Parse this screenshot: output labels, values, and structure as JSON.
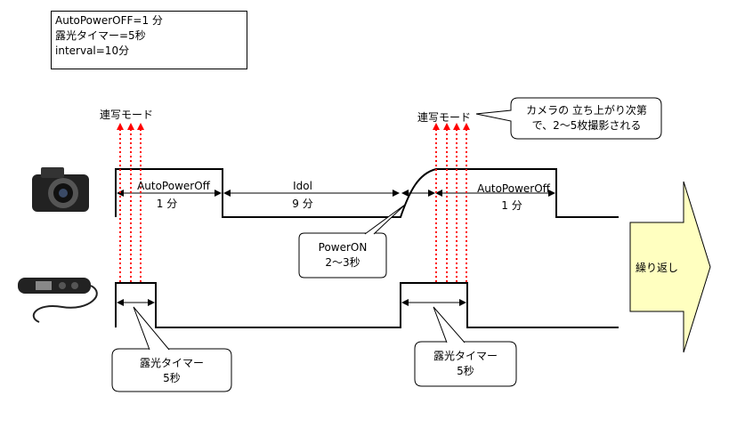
{
  "settings": {
    "line1": "AutoPowerOFF=1 分",
    "line2": "露光タイマー=5秒",
    "line3": "interval=10分"
  },
  "labels": {
    "burst_mode_left": "連写モード",
    "burst_mode_right": "連写モード",
    "auto_power_off_1": "AutoPowerOff",
    "auto_power_off_1_duration": "1 分",
    "idol": "Idol",
    "idol_duration": "9 分",
    "auto_power_off_2": "AutoPowerOff",
    "auto_power_off_2_duration": "1 分"
  },
  "callouts": {
    "burst_note_line1": "カメラの 立ち上がり次第",
    "burst_note_line2": "で、2～5枚撮影される",
    "power_on_line1": "PowerON",
    "power_on_line2": "2～3秒",
    "timer_left_line1": "露光タイマー",
    "timer_left_line2": "5秒",
    "timer_right_line1": "露光タイマー",
    "timer_right_line2": "5秒"
  },
  "repeat_label": "繰り返し",
  "colors": {
    "signal_line": "#000000",
    "trigger_dots": "#ff0000",
    "repeat_arrow_fill": "#ffffc0",
    "callout_fill": "#ffffff"
  },
  "icons": {
    "camera": "dslr-camera-icon",
    "remote": "remote-timer-icon"
  }
}
